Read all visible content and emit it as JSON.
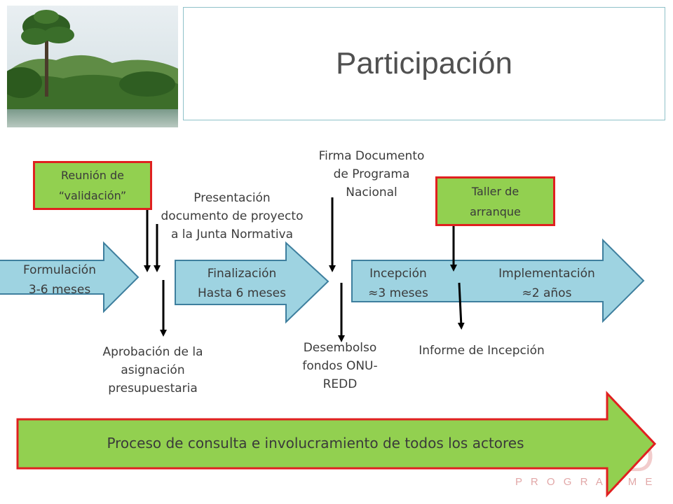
{
  "title": "Participación",
  "logo": {
    "icon": "forest-photo",
    "colors": {
      "sky": "#e6edf0",
      "canopy": "#3f7a2a",
      "trunk": "#4a3b2a"
    }
  },
  "watermark": {
    "letters": "D",
    "word": "P R O G R A M M E"
  },
  "stages": {
    "formulacion": {
      "line1": "Formulación",
      "line2": "3-6 meses"
    },
    "finalizacion": {
      "line1": "Finalización",
      "line2": "Hasta 6 meses"
    },
    "incepcion": {
      "line1": "Incepción",
      "line2": "≈3  meses"
    },
    "implementacion": {
      "line1": "Implementación",
      "line2": "≈2 años"
    }
  },
  "events": {
    "reunion": {
      "line1": "Reunión de",
      "line2": "“validación”"
    },
    "presentacion": {
      "line1": "Presentación",
      "line2": "documento de proyecto",
      "line3": "a la Junta Normativa"
    },
    "firma": {
      "line1": "Firma Documento",
      "line2": "de Programa",
      "line3": "Nacional"
    },
    "taller": {
      "line1": "Taller de",
      "line2": "arranque"
    },
    "aprobacion": {
      "line1": "Aprobación de la",
      "line2": "asignación",
      "line3": "presupuestaria"
    },
    "desembolso": {
      "line1": "Desembolso",
      "line2": "fondos  ONU-",
      "line3": "REDD"
    },
    "informe": {
      "line1": "Informe de Incepción"
    }
  },
  "consulta": "Proceso de consulta e involucramiento de todos los actores",
  "colors": {
    "blue_arrow": "#9ed3e1",
    "blue_border": "#3e7f9e",
    "green": "#92d050",
    "red_border": "#e02020"
  }
}
